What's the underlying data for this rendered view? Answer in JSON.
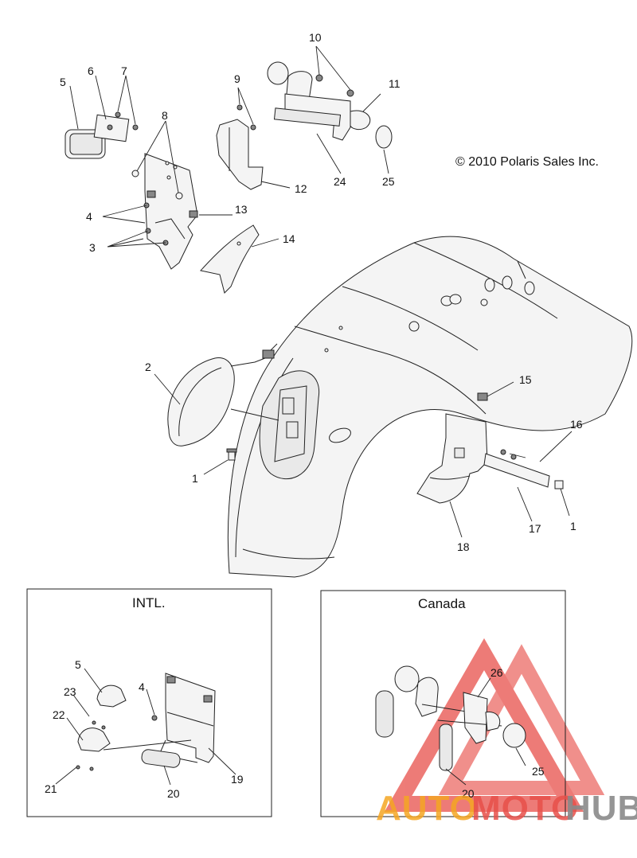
{
  "copyright": "© 2010 Polaris Sales Inc.",
  "intl_box_title": "INTL.",
  "canada_box_title": "Canada",
  "watermark": {
    "part1": "AUTO",
    "part2": "MOTO",
    "part3": "HUB"
  },
  "callouts": {
    "c1a": "1",
    "c1b": "1",
    "c2": "2",
    "c3": "3",
    "c4": "4",
    "c5": "5",
    "c6": "6",
    "c7": "7",
    "c8": "8",
    "c9": "9",
    "c10": "10",
    "c11": "11",
    "c12": "12",
    "c13": "13",
    "c14": "14",
    "c15": "15",
    "c16": "16",
    "c17": "17",
    "c18": "18",
    "c24": "24",
    "c25": "25",
    "i4": "4",
    "i5": "5",
    "i19": "19",
    "i20": "20",
    "i21": "21",
    "i22": "22",
    "i23": "23",
    "k20": "20",
    "k25": "25",
    "k26": "26"
  },
  "colors": {
    "watermark_orange": "#f5a623",
    "watermark_red": "#e8504a",
    "watermark_gray": "#8a8a8a"
  }
}
